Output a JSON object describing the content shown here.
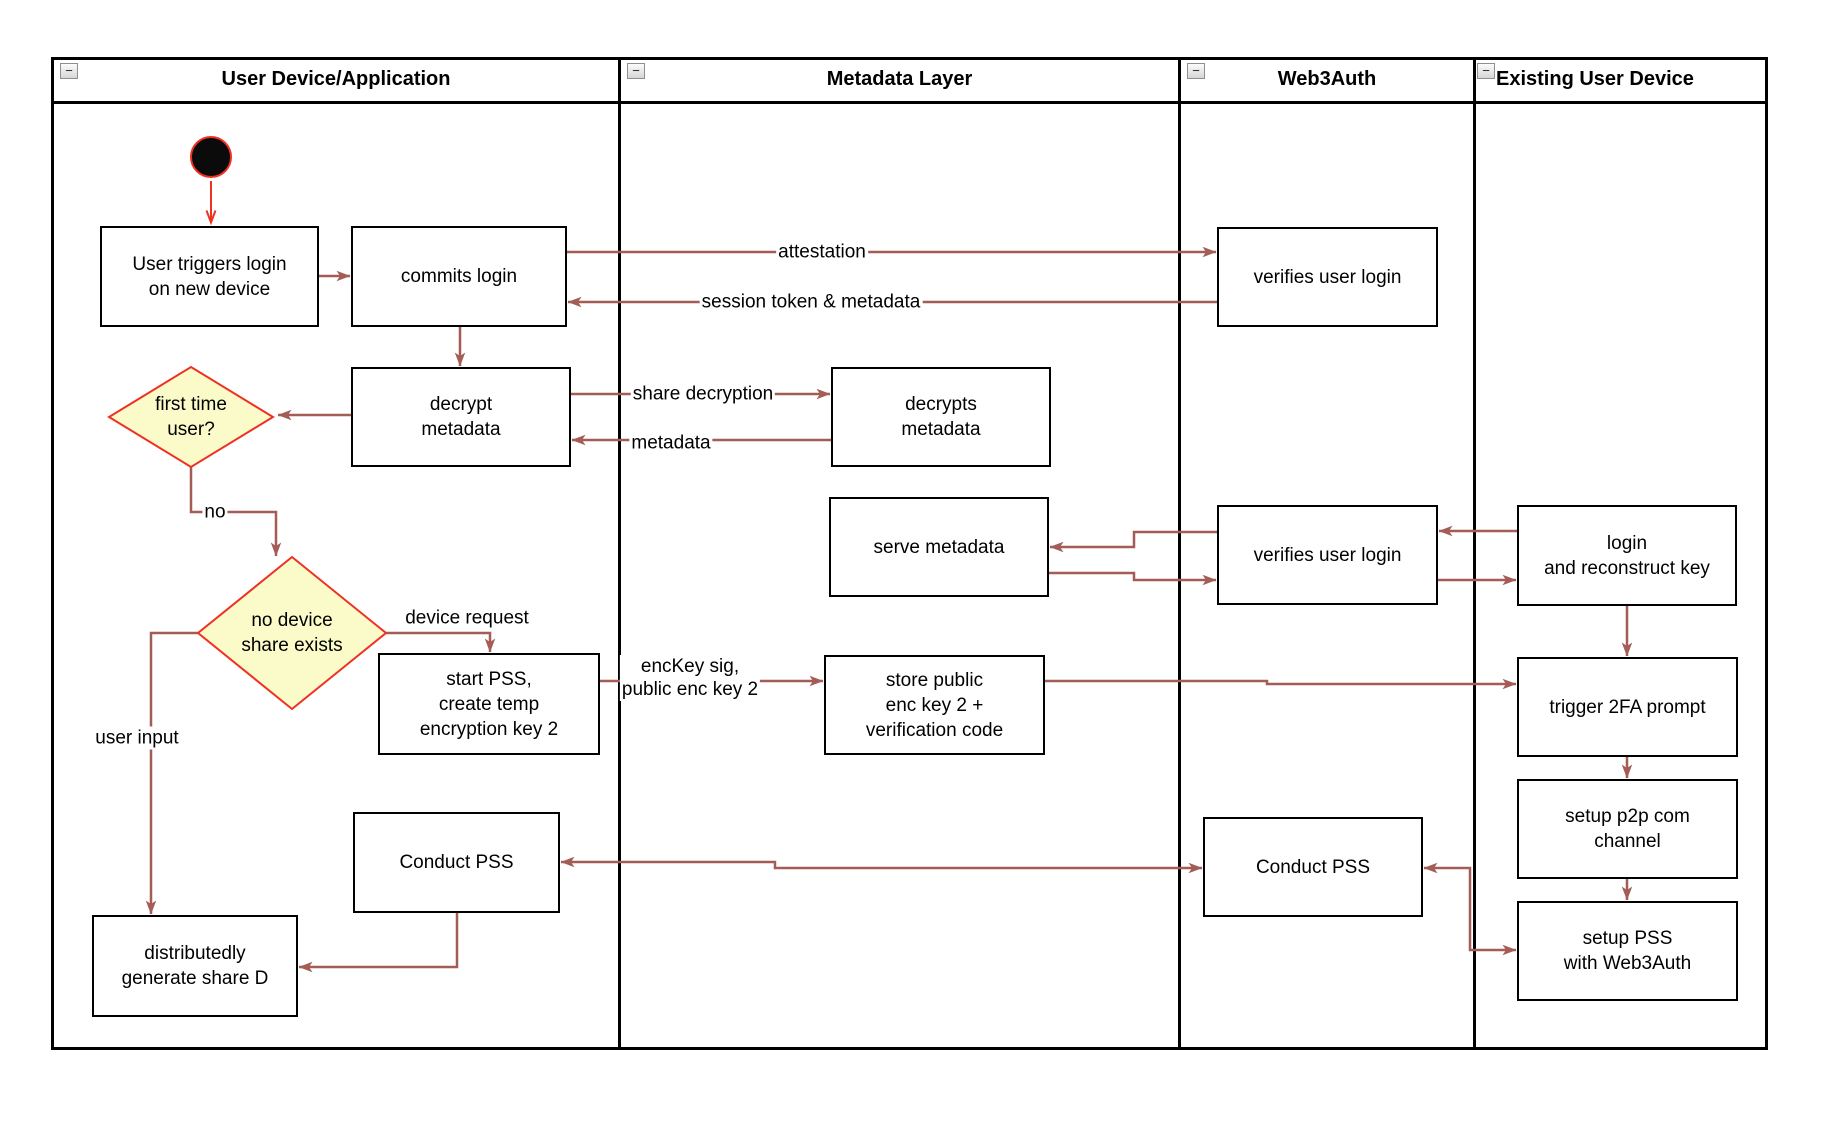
{
  "lanes": [
    {
      "title": "User Device/Application"
    },
    {
      "title": "Metadata Layer"
    },
    {
      "title": "Web3Auth"
    },
    {
      "title": "Existing User Device"
    }
  ],
  "icons": {
    "collapse_glyph": "−"
  },
  "nodes": {
    "user_triggers": {
      "label": "User triggers login\non new device"
    },
    "commits": {
      "label": "commits login"
    },
    "decrypt_metadata": {
      "label": "decrypt\nmetadata"
    },
    "first_time": {
      "label": "first time\nuser?"
    },
    "no_device_share": {
      "label": "no device\nshare exists"
    },
    "start_pss": {
      "label": "start PSS,\ncreate temp\nencryption key 2"
    },
    "conduct_pss_user": {
      "label": "Conduct PSS"
    },
    "distributedly": {
      "label": "distributedly\ngenerate share D"
    },
    "decrypts_metadata": {
      "label": "decrypts\nmetadata"
    },
    "serve_metadata": {
      "label": "serve metadata"
    },
    "store_public": {
      "label": "store public\nenc key 2 +\nverification code"
    },
    "verifies_login_1": {
      "label": "verifies user login"
    },
    "verifies_login_2": {
      "label": "verifies user login"
    },
    "conduct_pss_w3a": {
      "label": "Conduct PSS"
    },
    "login_reconstruct": {
      "label": "login\nand reconstruct key"
    },
    "trigger_2fa": {
      "label": "trigger 2FA prompt"
    },
    "setup_p2p": {
      "label": "setup p2p com\nchannel"
    },
    "setup_pss": {
      "label": "setup PSS\nwith Web3Auth"
    }
  },
  "edges": {
    "attestation": {
      "label": "attestation"
    },
    "session_token": {
      "label": "session token & metadata"
    },
    "share_decryption": {
      "label": "share decryption"
    },
    "metadata": {
      "label": "metadata"
    },
    "no": {
      "label": "no"
    },
    "device_request": {
      "label": "device request"
    },
    "enckey": {
      "label": "encKey sig,\npublic enc key 2"
    },
    "user_input": {
      "label": "user input"
    }
  },
  "colors": {
    "connector": "#a35c56",
    "accent_red": "#ef3123",
    "decision_fill": "#fbfbc9",
    "lane_border": "#000000",
    "node_border": "#000000"
  }
}
